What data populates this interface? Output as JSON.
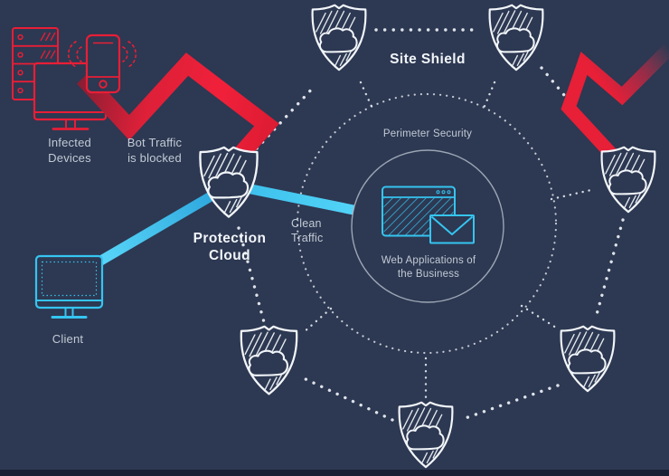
{
  "title": "Site Shield protection diagram",
  "colors": {
    "background": "#2d3852",
    "bottom_bar": "#192135",
    "attack_red": "#e81e36",
    "clean_cyan": "#35c5f0",
    "shield_white": "#f2f6fa",
    "text_gray": "#c2cbd6",
    "text_bright": "#f2f6fa",
    "inner_circle_stroke": "#aeb9c6"
  },
  "labels": {
    "site_shield": "Site Shield",
    "perimeter_security": "Perimeter Security",
    "web_applications": {
      "line1": "Web Applications of",
      "line2": "the Business"
    },
    "protection_cloud": {
      "line1": "Protection",
      "line2": "Cloud"
    },
    "clean_traffic": {
      "line1": "Clean",
      "line2": "Traffic"
    },
    "bot_traffic": {
      "line1": "Bot Traffic",
      "line2": "is blocked"
    },
    "infected_devices": {
      "line1": "Infected",
      "line2": "Devices"
    },
    "client": "Client"
  },
  "icons": [
    "shield-cloud-icon",
    "server-rack-icon",
    "infected-monitor-icon",
    "smartphone-icon",
    "signal-waves-icon",
    "bot-traffic-arrow",
    "clean-traffic-band",
    "client-monitor-icon",
    "browser-window-icon",
    "envelope-icon",
    "perimeter-dotted-circle",
    "inner-circle"
  ],
  "nodes": {
    "shields": [
      "protection-cloud",
      "top-left",
      "top-right",
      "right",
      "bottom-right",
      "bottom-center",
      "bottom-left"
    ],
    "center": "web-applications"
  }
}
